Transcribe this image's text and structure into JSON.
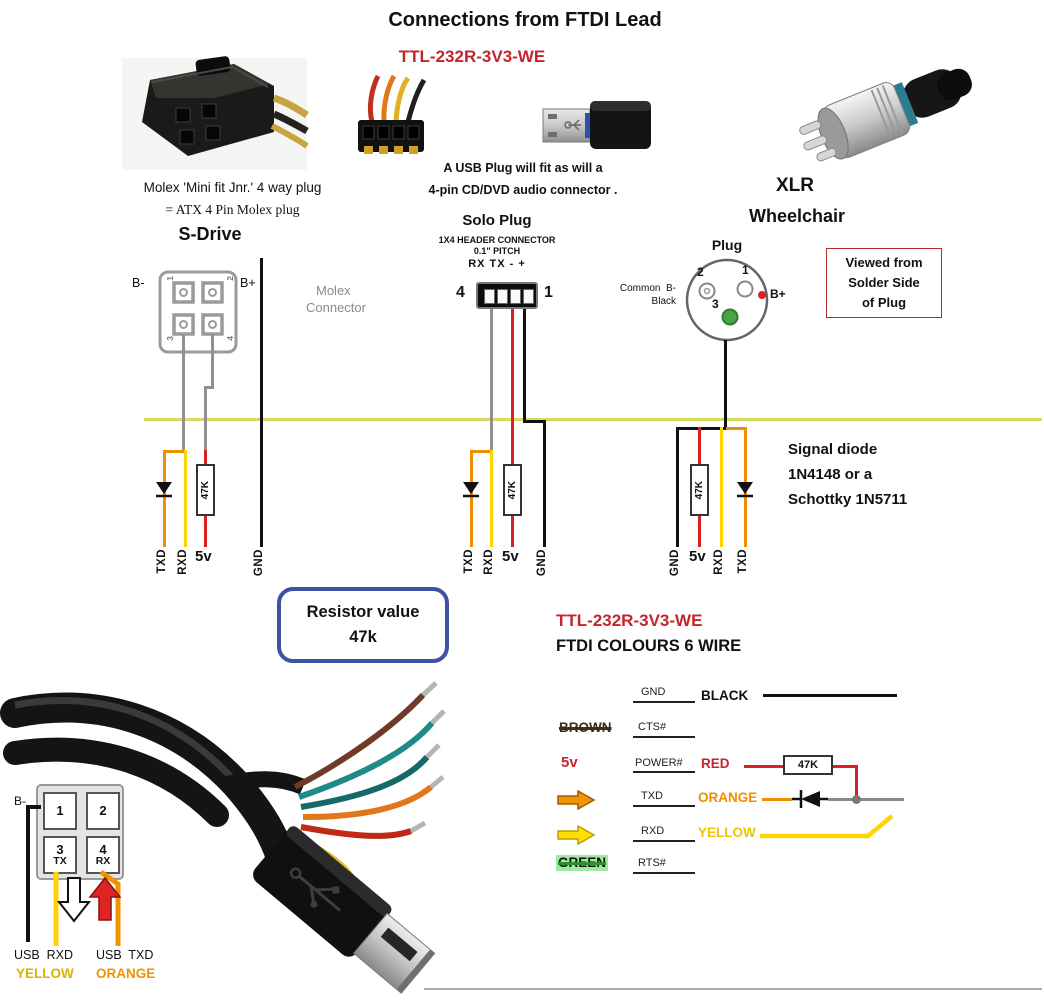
{
  "header": {
    "title": "Connections from FTDI Lead",
    "subtitle": "TTL-232R-3V3-WE"
  },
  "top": {
    "molex_caption1": "Molex 'Mini fit Jnr.' 4 way plug",
    "molex_caption2": "= ATX 4 Pin Molex  plug",
    "usb_note1": "A USB Plug will fit as will a",
    "usb_note2": "4-pin CD/DVD audio connector .",
    "xlr": "XLR",
    "wheelchair": "Wheelchair"
  },
  "sdrive": {
    "heading": "S-Drive",
    "b_minus": "B-",
    "b_plus": "B+",
    "pin1": "1",
    "pin2": "2",
    "pin3": "3",
    "pin4": "4",
    "molex_line1": "Molex",
    "molex_line2": "Connector",
    "txd": "TXD",
    "rxd": "RXD",
    "v5": "5v",
    "gnd": "GND",
    "resistor": "47K"
  },
  "solo": {
    "heading": "Solo Plug",
    "sub1": "1X4 HEADER CONNECTOR",
    "sub2": "0.1\" PITCH",
    "pin_row": "RX TX - +",
    "num_left": "4",
    "num_right": "1",
    "txd": "TXD",
    "rxd": "RXD",
    "v5": "5v",
    "gnd": "GND",
    "resistor": "47K"
  },
  "xlr": {
    "heading": "Plug",
    "common_line1": "Common  B-",
    "common_line2": "Black",
    "b_plus": "B+",
    "pin1": "1",
    "pin2": "2",
    "pin3": "3",
    "viewed_line1": "Viewed from",
    "viewed_line2": "Solder Side",
    "viewed_line3": "of Plug",
    "gnd": "GND",
    "v5": "5v",
    "rxd": "RXD",
    "txd": "TXD",
    "resistor": "47K"
  },
  "notes": {
    "diode_line1": "Signal diode",
    "diode_line2": "1N4148 or a",
    "diode_line3": "Schottky 1N5711",
    "resistor_line1": "Resistor value",
    "resistor_line2": "47k"
  },
  "ftdi": {
    "title": "TTL-232R-3V3-WE",
    "subtitle": "FTDI COLOURS 6 WIRE",
    "rows": [
      {
        "signal": "GND",
        "wire": "BLACK"
      },
      {
        "skip": "BROWN",
        "signal": "CTS#"
      },
      {
        "volt": "5v",
        "signal": "POWER#",
        "wire": "RED",
        "resistor": "47K"
      },
      {
        "signal": "TXD",
        "wire": "ORANGE"
      },
      {
        "signal": "RXD",
        "wire": "YELLOW"
      },
      {
        "skip": "GREEN",
        "signal": "RTS#"
      }
    ]
  },
  "bottom": {
    "b_minus": "B-",
    "pin1": "1",
    "pin2": "2",
    "pin3": "3",
    "pin3_sub": "TX",
    "pin4": "4",
    "pin4_sub": "RX",
    "usb_rxd": "USB  RXD",
    "yellow": "YELLOW",
    "usb_txd": "USB  TXD",
    "orange": "ORANGE"
  },
  "colors": {
    "heading_red": "#c5242b",
    "wire_yellow": "#ffd400",
    "wire_orange": "#ef8e00",
    "wire_red": "#d92323",
    "wire_black": "#111111",
    "wire_gray": "#909090",
    "callout_blue": "#3f51a3",
    "divider_yellow": "#d8da5e"
  }
}
